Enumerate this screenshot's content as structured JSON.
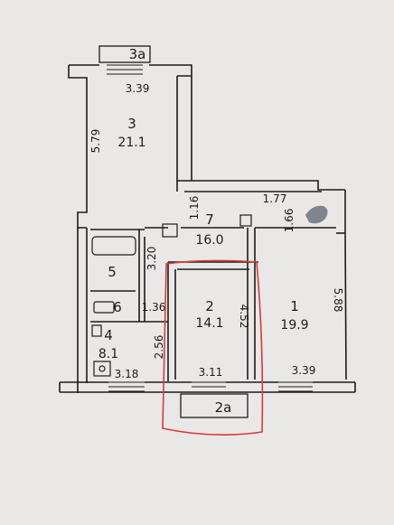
{
  "plan": {
    "balconies": [
      {
        "id": "3a",
        "label": "3а"
      },
      {
        "id": "2a",
        "label": "2а"
      }
    ],
    "rooms": [
      {
        "id": "3",
        "number": "3",
        "area": "21.1"
      },
      {
        "id": "7",
        "number": "7",
        "area": "16.0"
      },
      {
        "id": "2",
        "number": "2",
        "area": "14.1"
      },
      {
        "id": "1",
        "number": "1",
        "area": "19.9"
      },
      {
        "id": "4",
        "number": "4",
        "area": "8.1"
      },
      {
        "id": "5",
        "number": "5"
      },
      {
        "id": "6",
        "number": "6"
      }
    ],
    "dimensions": {
      "room3_width": "3.39",
      "room3_length": "5.79",
      "hall_a": "1.16",
      "hall_b": "1.77",
      "hall_c": "1.66",
      "hall_d": "3.20",
      "room6_width": "1.36",
      "room4_length": "2.56",
      "room4_width": "3.18",
      "room2_length": "4.52",
      "room2_width": "3.11",
      "room1_length": "5.88",
      "room1_width": "3.39"
    },
    "colors": {
      "paper": "#e9e8e6",
      "ink": "#1c1c1c",
      "highlight": "#d83a3a",
      "stain": "#7f858c"
    }
  }
}
